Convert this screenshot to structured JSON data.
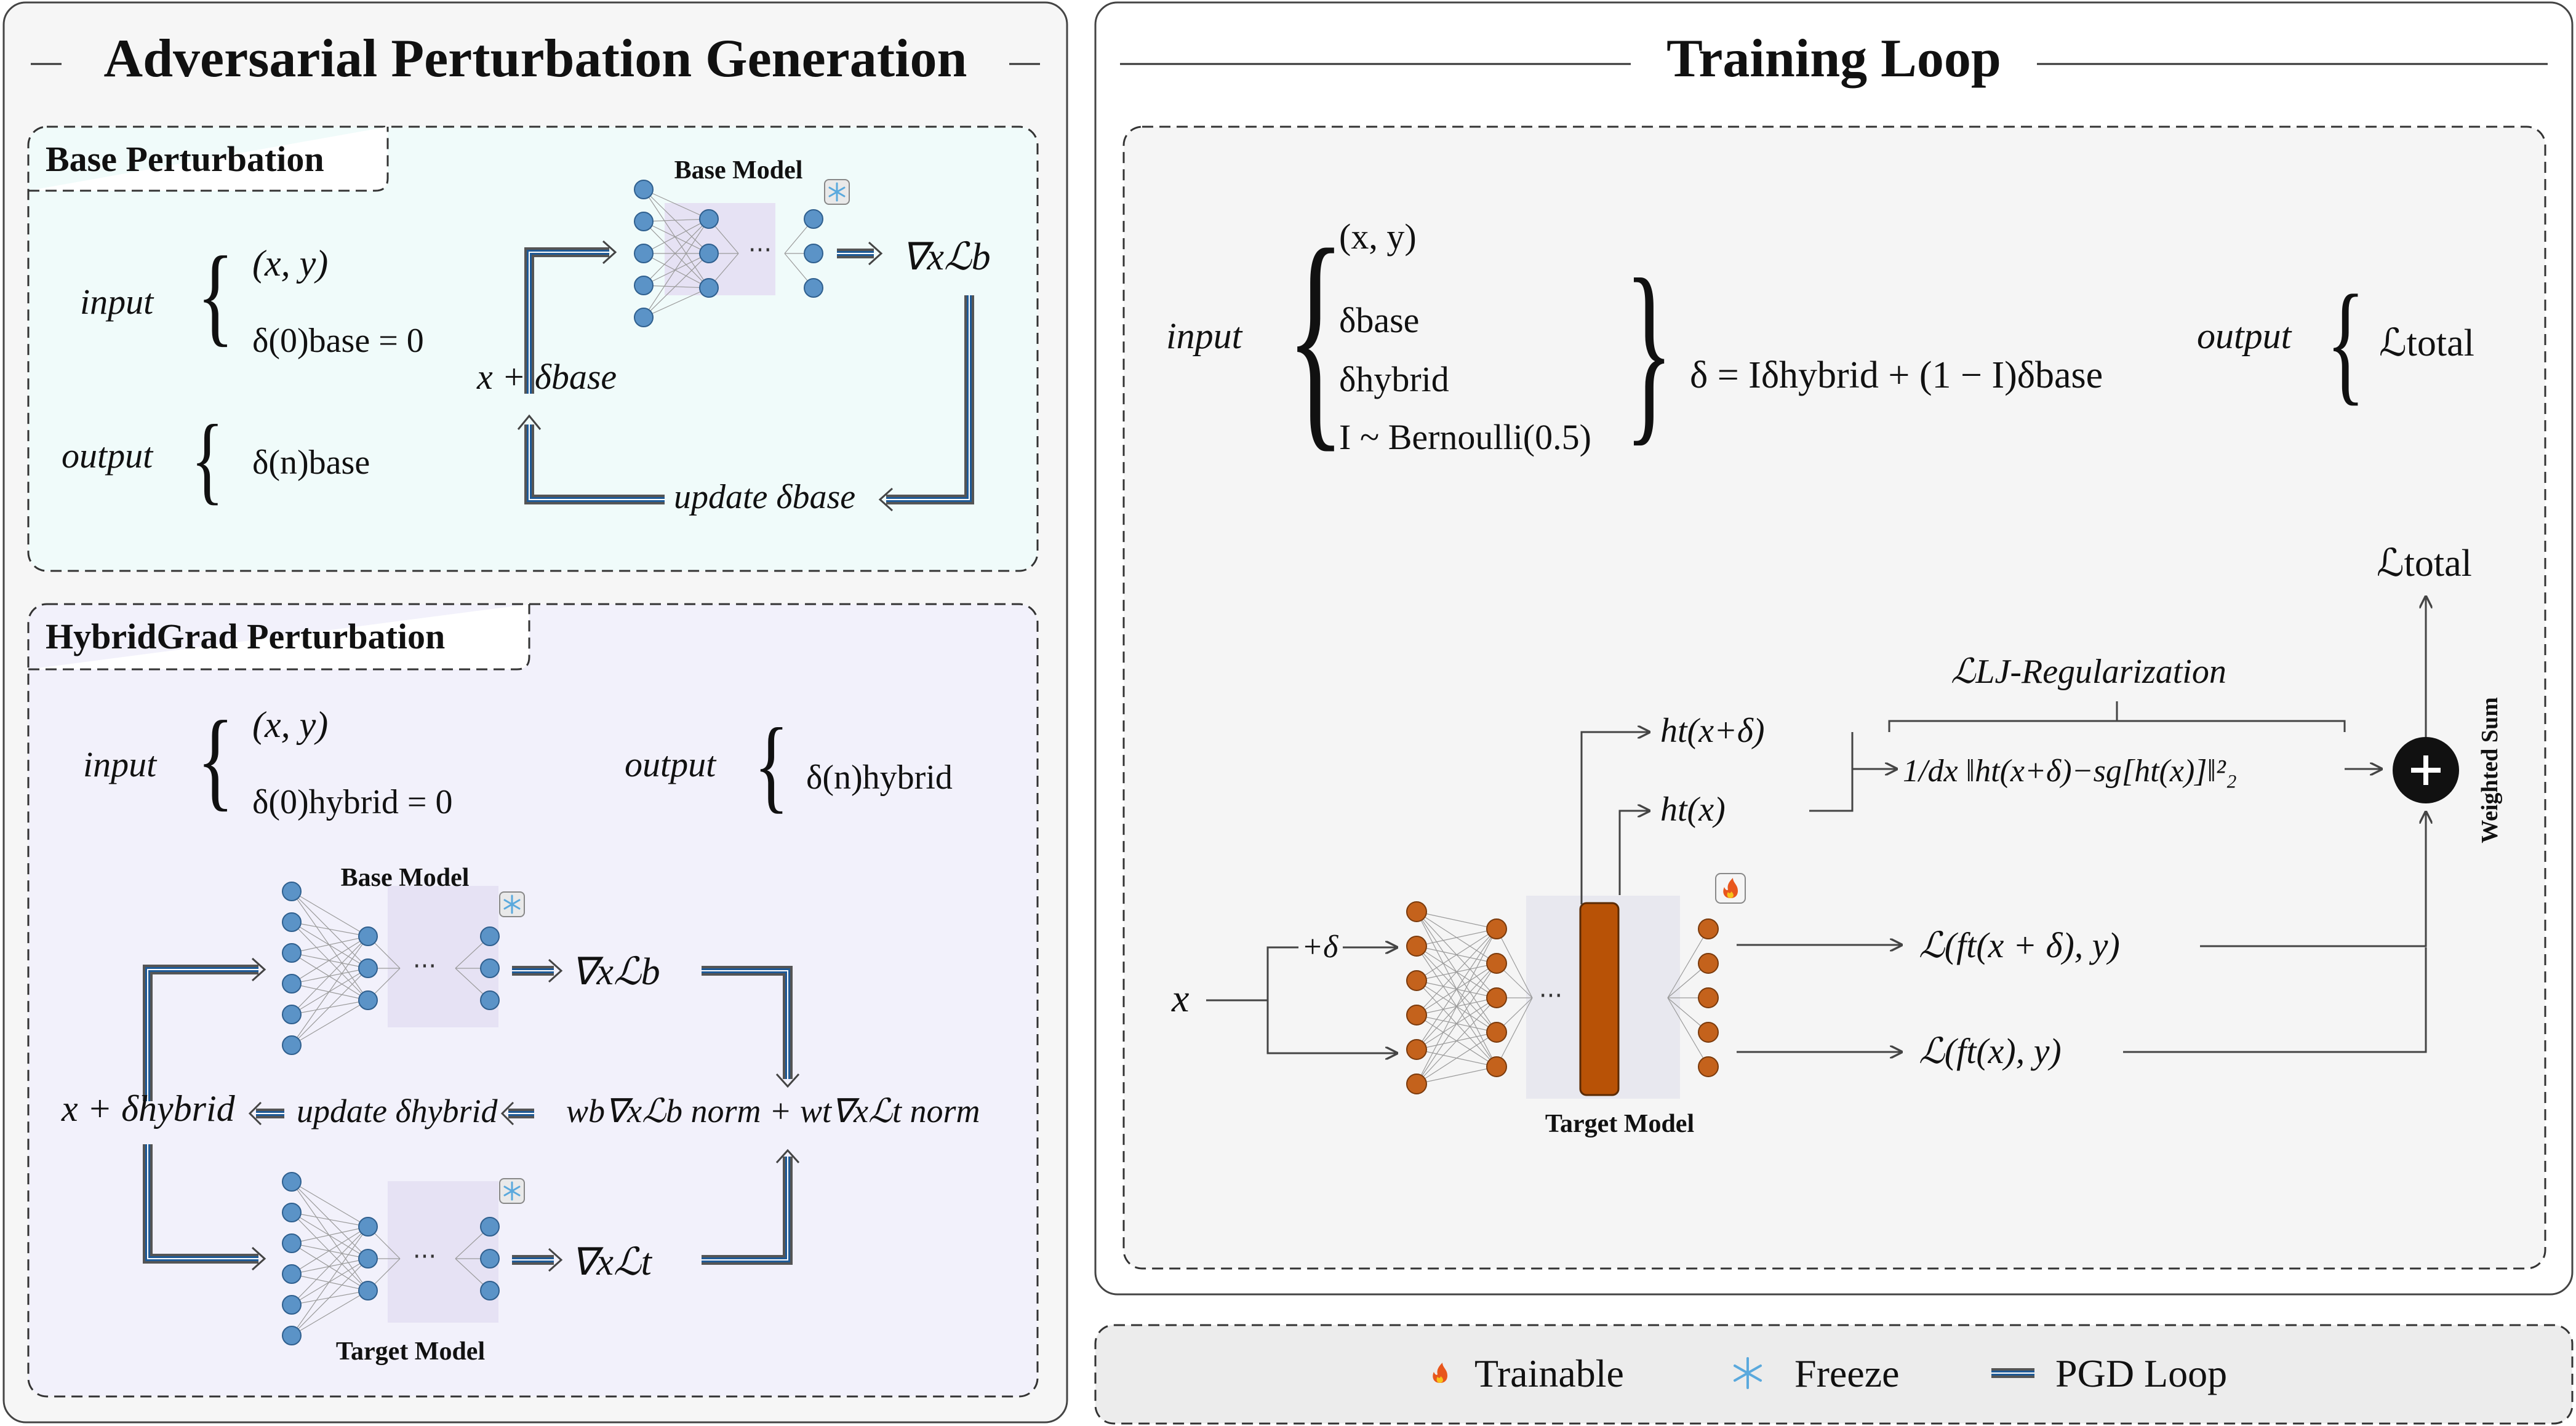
{
  "left_panel": {
    "title": "Adversarial Perturbation Generation",
    "base": {
      "header": "Base Perturbation",
      "input_label": "input",
      "input_1": "(x, y)",
      "input_2": "δ(0)base = 0",
      "output_label": "output",
      "output_1": "δ(n)base",
      "model_label": "Base Model",
      "model_in": "x + δbase",
      "gradient": "∇xℒb",
      "update": "update δbase"
    },
    "hybrid": {
      "header": "HybridGrad Perturbation",
      "input_label": "input",
      "input_1": "(x, y)",
      "input_2": "δ(0)hybrid = 0",
      "output_label": "output",
      "output_1": "δ(n)hybrid",
      "base_model_label": "Base Model",
      "target_model_label": "Target Model",
      "model_in": "x + δhybrid",
      "grad_b": "∇xℒb",
      "grad_t": "∇xℒt",
      "update": "update δhybrid",
      "weighted_b": "wb∇xℒb norm",
      "weighted_t": "+ wt∇xℒt norm"
    }
  },
  "right_panel": {
    "title": "Training Loop",
    "input_label": "input",
    "inputs": [
      "(x, y)",
      "δbase",
      "δhybrid",
      "I ~ Bernoulli(0.5)"
    ],
    "delta_formula": "δ = Iδhybrid + (1 − I)δbase",
    "output_label": "output",
    "output_value": "ℒtotal",
    "x_label": "x",
    "plus_delta": "+δ",
    "target_model_label": "Target Model",
    "h_perturbed": "ht(x+δ)",
    "h_clean": "ht(x)",
    "reg_label": "ℒLJ-Regularization",
    "reg_formula": "1/dx ‖ht(x+δ)−sg[ht(x)]‖²₂",
    "loss_adv": "ℒ(ft(x + δ), y)",
    "loss_clean": "ℒ(ft(x), y)",
    "total": "ℒtotal",
    "weighted_sum": "Weighted Sum"
  },
  "legend": {
    "items": [
      {
        "icon": "fire-icon",
        "label": "Trainable"
      },
      {
        "icon": "snowflake-icon",
        "label": "Freeze"
      },
      {
        "icon": "pgd-loop-icon",
        "label": "PGD Loop"
      }
    ]
  },
  "colors": {
    "base_bg": "#f0fbfa",
    "hybrid_bg": "#f2f1fb",
    "node_blue": "#5b93c7",
    "node_orange": "#c4621c",
    "panel_bg": "#f5f5f5",
    "pgd_blue": "#1f5a96"
  }
}
